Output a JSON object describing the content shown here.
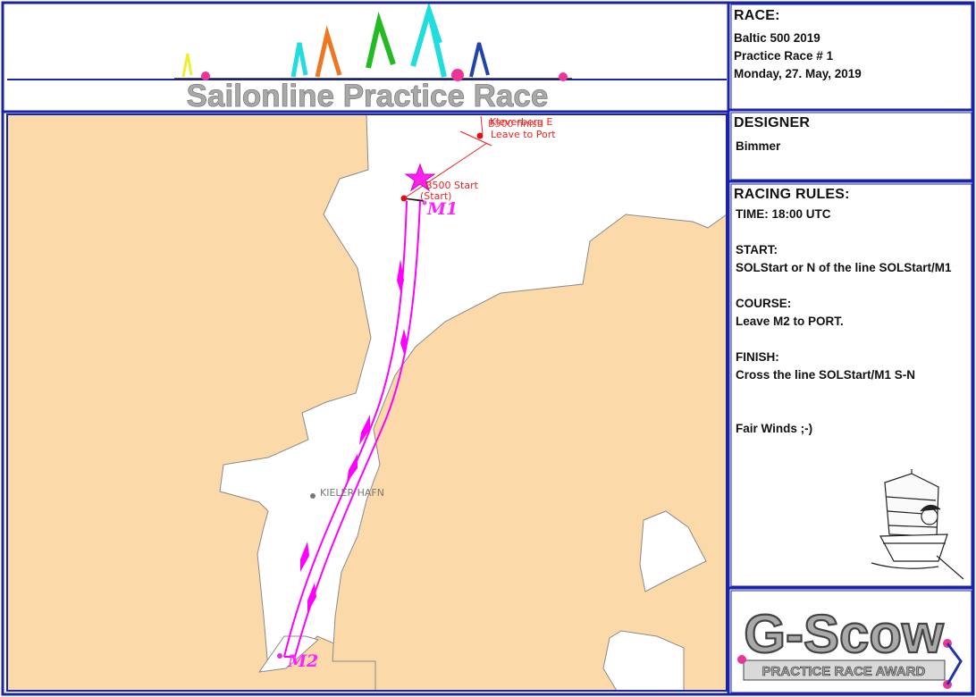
{
  "header": {
    "title": "Sailonline Practice Race"
  },
  "race_panel": {
    "heading": "RACE:",
    "line1": "Baltic 500 2019",
    "line2": "Practice Race # 1",
    "line3": "Monday, 27. May, 2019"
  },
  "designer_panel": {
    "heading": "DESIGNER",
    "name": "Bimmer"
  },
  "rules_panel": {
    "heading": "RACING RULES:",
    "time": "TIME: 18:00 UTC",
    "start_heading": "START:",
    "start_text": "SOLStart or N of the line SOLStart/M1",
    "course_heading": "COURSE:",
    "course_text": "Leave M2 to PORT.",
    "finish_heading": "FINISH:",
    "finish_text": "Cross the line SOLStart/M1 S-N",
    "closing": "Fair Winds ;-)"
  },
  "award": {
    "brand": "G-Scow",
    "caption": "PRACTICE RACE AWARD"
  },
  "map": {
    "labels": {
      "mark_m1": "M1",
      "mark_m2": "M2",
      "port_name": "KIELER HAFN",
      "red_a": "Kleverberg E",
      "red_b": "B500 finish",
      "red_c": "Leave to Port",
      "start_a": "B500 Start",
      "start_b": "(Start)"
    },
    "colors": {
      "land": "#fbd9a9",
      "water": "#ffffff",
      "course": "#ff00ff",
      "red_marks": "#ee2222",
      "frame": "#1a24a8"
    }
  }
}
